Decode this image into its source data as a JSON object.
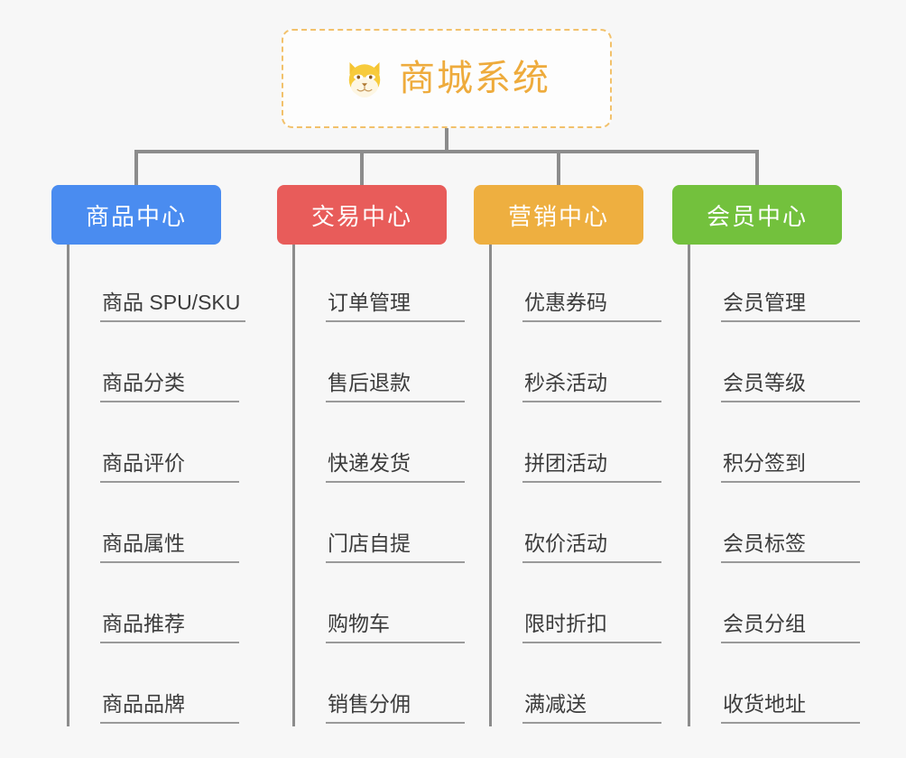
{
  "page": {
    "background_color": "#f7f7f7",
    "type": "mind-map"
  },
  "root": {
    "title": "商城系统",
    "icon": "shiba-dog-face-icon",
    "text_color": "#eeab3c",
    "border_color": "#f2c16b",
    "border_style": "dashed"
  },
  "connector_color": "#8c8c8c",
  "branches": [
    {
      "label": "商品中心",
      "color": "#4a8cf0",
      "items": [
        "商品 SPU/SKU",
        "商品分类",
        "商品评价",
        "商品属性",
        "商品推荐",
        "商品品牌"
      ]
    },
    {
      "label": "交易中心",
      "color": "#e85c5a",
      "items": [
        "订单管理",
        "售后退款",
        "快递发货",
        "门店自提",
        "购物车",
        "销售分佣"
      ]
    },
    {
      "label": "营销中心",
      "color": "#eeaf40",
      "items": [
        "优惠券码",
        "秒杀活动",
        "拼团活动",
        "砍价活动",
        "限时折扣",
        "满减送"
      ]
    },
    {
      "label": "会员中心",
      "color": "#73c13d",
      "items": [
        "会员管理",
        "会员等级",
        "积分签到",
        "会员标签",
        "会员分组",
        "收货地址"
      ]
    }
  ]
}
